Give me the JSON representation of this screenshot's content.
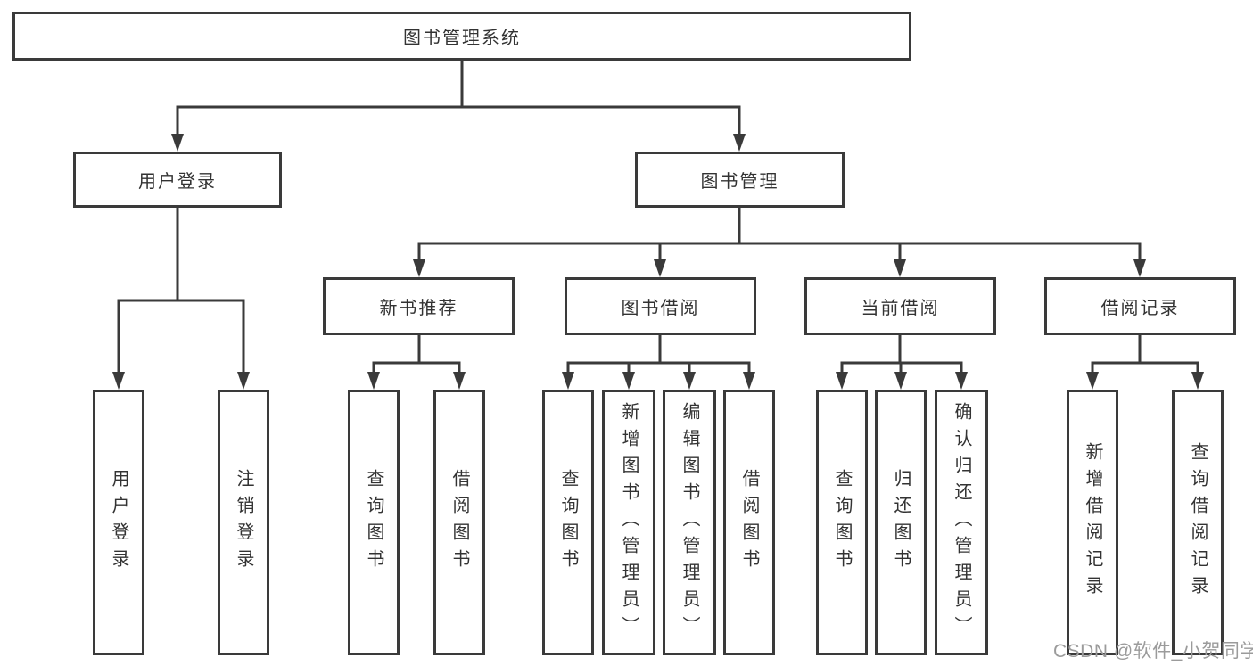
{
  "colors": {
    "background": "#ffffff",
    "line": "#3a3a3a",
    "text": "#333333",
    "watermark": "#9b9b9b"
  },
  "tree": {
    "root": {
      "label": "图书管理系统"
    },
    "branches": [
      {
        "label": "用户登录",
        "children": [
          {
            "label": "用户登录"
          },
          {
            "label": "注销登录"
          }
        ]
      },
      {
        "label": "图书管理",
        "sections": [
          {
            "label": "新书推荐",
            "children": [
              {
                "label": "查询图书"
              },
              {
                "label": "借阅图书"
              }
            ]
          },
          {
            "label": "图书借阅",
            "children": [
              {
                "label": "查询图书"
              },
              {
                "label": "新增图书（管理员）"
              },
              {
                "label": "编辑图书（管理员）"
              },
              {
                "label": "借阅图书"
              }
            ]
          },
          {
            "label": "当前借阅",
            "children": [
              {
                "label": "查询图书"
              },
              {
                "label": "归还图书"
              },
              {
                "label": "确认归还（管理员）"
              }
            ]
          },
          {
            "label": "借阅记录",
            "children": [
              {
                "label": "新增借阅记录"
              },
              {
                "label": "查询借阅记录"
              }
            ]
          }
        ]
      }
    ]
  },
  "watermark": {
    "text": "CSDN @软件_小贺同学"
  }
}
